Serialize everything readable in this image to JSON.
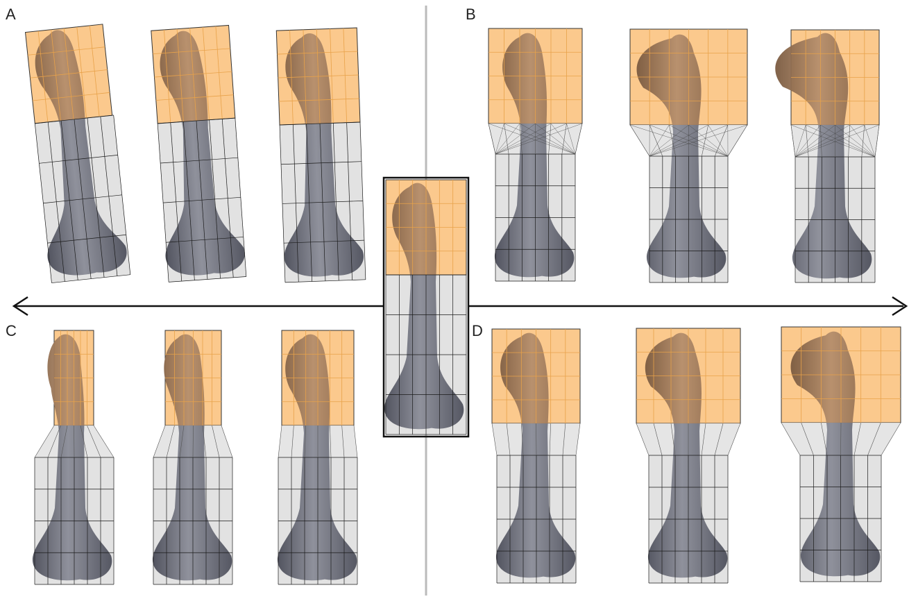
{
  "panels": [
    {
      "label": "A",
      "deformation": "bend"
    },
    {
      "label": "B",
      "deformation": "proximal-scale-transform"
    },
    {
      "label": "C",
      "deformation": "proximal-narrowing"
    },
    {
      "label": "D",
      "deformation": "proximal-widening"
    }
  ],
  "colors": {
    "proximal_cage": "#fbc98d",
    "distal_cage": "#e2e2e2",
    "grid_line_proximal": "#e8a24a",
    "grid_line_distal": "#1a1a1a",
    "bone_proximal": "#a47e5e",
    "bone_distal": "#6c6e7a",
    "divider": "#bbbbbb",
    "arrow": "#111111"
  },
  "icons": [
    "femur-model",
    "deformation-cage",
    "double-headed-arrow"
  ]
}
